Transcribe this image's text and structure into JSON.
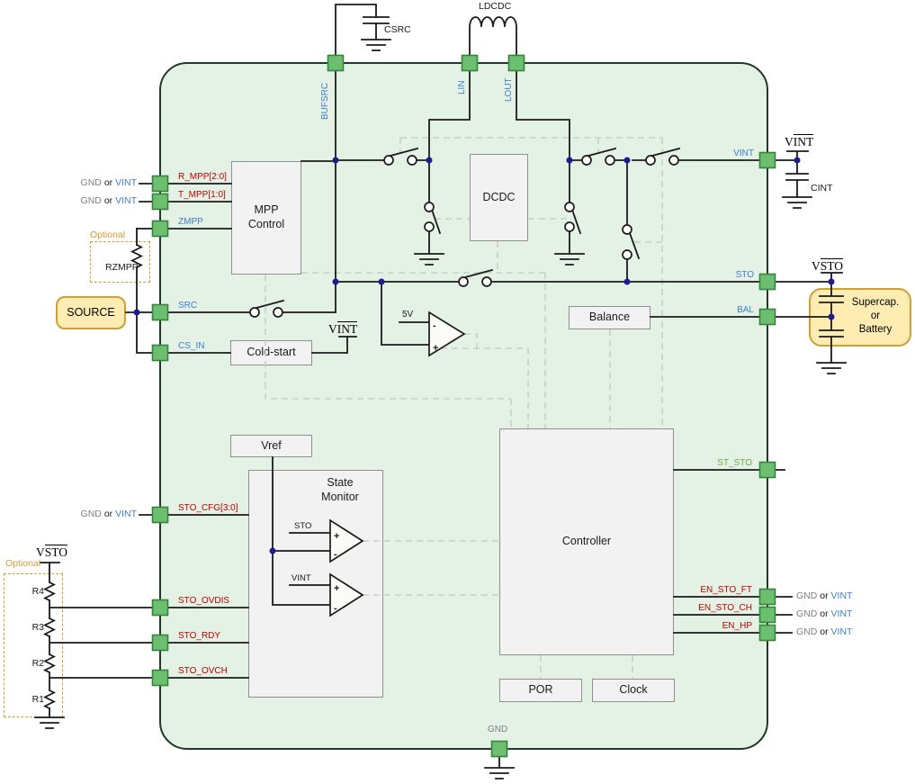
{
  "colors": {
    "chip_fill": "#e4f1e5",
    "chip_border": "#1f3a26",
    "block_fill": "#f2f2f2",
    "block_border": "#8f8f8f",
    "accent_fill": "#ffecb3",
    "accent_border": "#cf9f35",
    "wire": "#1a1a1a",
    "dashed": "#c7cfc7",
    "pin_fill": "#6dbf70",
    "pin_border": "#35843b",
    "node": "#1c1c8f",
    "red": "#c00000",
    "blue": "#3f7dd0",
    "green": "#70ad47",
    "gray": "#7f7f7f",
    "orange": "#d29a38"
  },
  "chip": {
    "pins": {
      "bufsrc": "BUFSRC",
      "lin": "LIN",
      "lout": "LOUT",
      "r_mpp": "R_MPP[2:0]",
      "t_mpp": "T_MPP[1:0]",
      "zmpp": "ZMPP",
      "src": "SRC",
      "cs_in": "CS_IN",
      "vint": "VINT",
      "sto": "STO",
      "bal": "BAL",
      "st_sto": "ST_STO",
      "en_sto_ft": "EN_STO_FT",
      "en_sto_ch": "EN_STO_CH",
      "en_hp": "EN_HP",
      "sto_cfg": "STO_CFG[3:0]",
      "sto_ovdis": "STO_OVDIS",
      "sto_rdy": "STO_RDY",
      "sto_ovch": "STO_OVCH",
      "gnd": "GND"
    }
  },
  "blocks": {
    "mpp1": "MPP",
    "mpp2": "Control",
    "dcdc": "DCDC",
    "coldstart": "Cold-start",
    "balance": "Balance",
    "vref": "Vref",
    "state1": "State",
    "state2": "Monitor",
    "controller": "Controller",
    "por": "POR",
    "clock": "Clock"
  },
  "external": {
    "csrc": "CSRC",
    "ldcdc": "LDCDC",
    "cint": "CINT",
    "vint_net": {
      "pre": "V",
      "bar": "INT"
    },
    "vsto_net": {
      "pre": "V",
      "bar": "STO"
    },
    "source_label": "SOURCE",
    "storage": {
      "line1": "Supercap.",
      "line2": "or",
      "line3": "Battery"
    },
    "optional": "Optional",
    "rzmpp": "RZMPP",
    "r4": "R4",
    "r3": "R3",
    "r2": "R2",
    "r1": "R1",
    "tie": {
      "gnd": "GND",
      "or": "or",
      "vint": "VINT"
    }
  },
  "signals": {
    "five_v": "5V",
    "sto_tap": "STO",
    "vint_tap": "VINT"
  },
  "glyphs": {
    "plus": "+",
    "minus": "-"
  }
}
